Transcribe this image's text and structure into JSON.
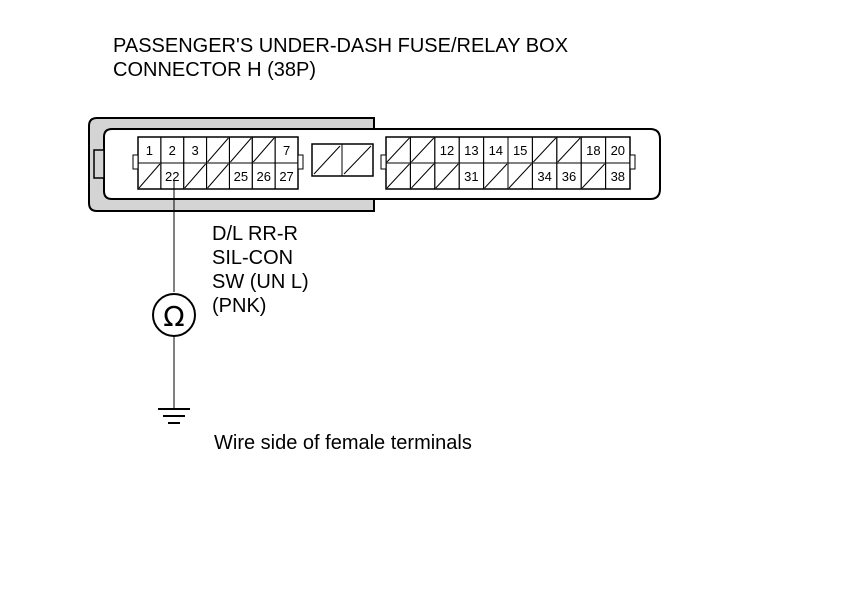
{
  "title": {
    "line1": "PASSENGER'S UNDER-DASH FUSE/RELAY BOX",
    "line2": "CONNECTOR H (38P)"
  },
  "connector": {
    "left_top_labels": [
      "1",
      "2",
      "3",
      "7"
    ],
    "left_bottom_labels": [
      "22",
      "25",
      "26",
      "27"
    ],
    "right_top_labels": [
      "12",
      "13",
      "14",
      "15",
      "18",
      "20"
    ],
    "right_bottom_labels": [
      "31",
      "34",
      "36",
      "38"
    ]
  },
  "wire_label": {
    "line1": "D/L RR-R",
    "line2": "SIL-CON",
    "line3": "SW (UN L)",
    "line4": "(PNK)"
  },
  "meter_symbol": "Ω",
  "caption": "Wire side of female terminals"
}
